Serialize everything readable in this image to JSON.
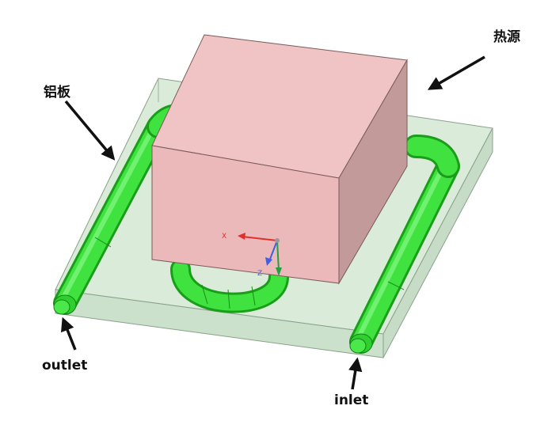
{
  "labels": {
    "heat_source": "热源",
    "aluminum_plate": "铝板",
    "outlet": "outlet",
    "inlet": "inlet"
  },
  "axis_triad": {
    "x_label": "X",
    "z_label": "Z"
  },
  "colors": {
    "plate_fill": "#cfe6cf",
    "plate_edge": "#8fa58f",
    "block_front": "#ecbcbc",
    "block_top": "#f2c6c6",
    "block_side": "#c99c9c",
    "pipe": "#3de03d",
    "pipe_dark": "#1fae1f",
    "arrow": "#111111",
    "axis_x": "#e03030",
    "axis_z": "#4060e0",
    "axis_y": "#20a040"
  }
}
